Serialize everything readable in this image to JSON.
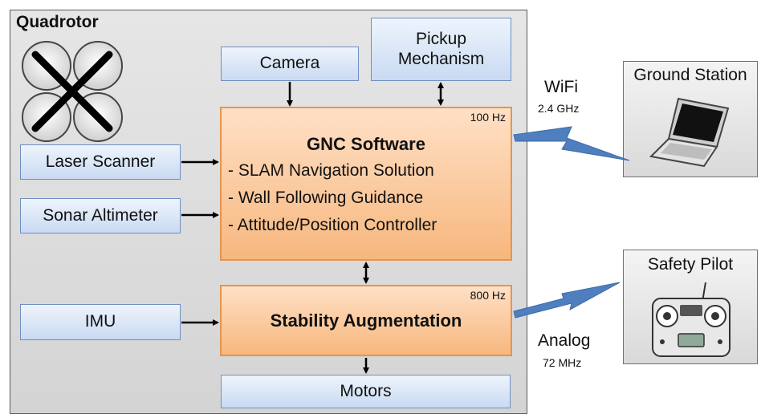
{
  "quadrotor": {
    "title": "Quadrotor"
  },
  "inputs": {
    "camera": "Camera",
    "pickup_line1": "Pickup",
    "pickup_line2": "Mechanism",
    "laser": "Laser Scanner",
    "sonar": "Sonar Altimeter",
    "imu": "IMU"
  },
  "gnc": {
    "rate": "100 Hz",
    "title": "GNC Software",
    "items": [
      "- SLAM Navigation Solution",
      "- Wall Following Guidance",
      "- Attitude/Position Controller"
    ]
  },
  "stability": {
    "rate": "800 Hz",
    "title": "Stability Augmentation"
  },
  "motors": "Motors",
  "ground_station": {
    "title": "Ground Station",
    "icon": "laptop-icon"
  },
  "safety_pilot": {
    "title": "Safety Pilot",
    "icon": "rc-transmitter-icon"
  },
  "links": {
    "wifi": {
      "label": "WiFi",
      "freq": "2.4 GHz"
    },
    "analog": {
      "label": "Analog",
      "freq": "72 MHz"
    }
  },
  "colors": {
    "panel": "#d9d9d9",
    "input_box": "#c9daf2",
    "processor_box": "#f7b77e",
    "processor_border": "#e39550",
    "radio_link": "#4f7fbf"
  }
}
